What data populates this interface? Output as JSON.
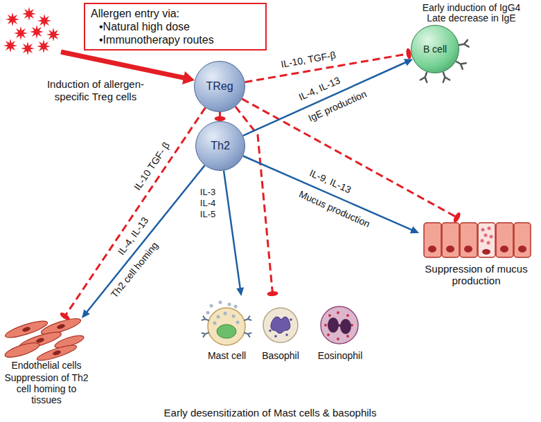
{
  "diagram": {
    "nodes": [
      {
        "text": [
          "Allergen entry via:",
          "•Natural high dose",
          "•Immunotherapy routes"
        ]
      },
      {
        "text": [
          "TReg"
        ]
      },
      {
        "text": [
          "Th2"
        ]
      },
      {
        "text": [
          "B cell",
          "Early induction of IgG4",
          "Late decrease in IgE"
        ]
      },
      {
        "text": [
          "Suppression of mucus production"
        ]
      },
      {
        "text": [
          "Endothelial cells",
          "Suppression of Th2 cell homing to tissues"
        ]
      },
      {
        "text": [
          "Mast cell"
        ]
      },
      {
        "text": [
          "Basophil"
        ]
      },
      {
        "text": [
          "Eosinophil"
        ]
      }
    ],
    "edges": [
      {
        "from": 1,
        "to": 3,
        "label": "IL-10, TGF-β",
        "arrow": "to"
      },
      {
        "from": 1,
        "to": 2,
        "arrow": "to"
      },
      {
        "from": 1,
        "to": 5,
        "label": "IL-10 TGF- β",
        "arrow": "to"
      },
      {
        "from": 1,
        "to": 4,
        "arrow": "to"
      },
      {
        "from": 1,
        "to": 7,
        "arrow": "to"
      },
      {
        "from": 2,
        "to": 3,
        "label": "IL-4, IL-13",
        "arrow": "to"
      },
      {
        "from": 2,
        "to": 4,
        "label": "IL-9, IL-13",
        "arrow": "to"
      },
      {
        "from": 2,
        "to": 5,
        "label": "IL-4, IL-13",
        "arrow": "to"
      },
      {
        "from": 2,
        "to": 6,
        "label": "IL-3 IL-4 IL-5",
        "arrow": "to"
      }
    ],
    "labels": [
      "Induction of allergen-specific Treg cells",
      "IgE production",
      "Mucus production",
      "Th2 cell homing",
      "Early desensitization of Mast cells & basophils"
    ]
  }
}
